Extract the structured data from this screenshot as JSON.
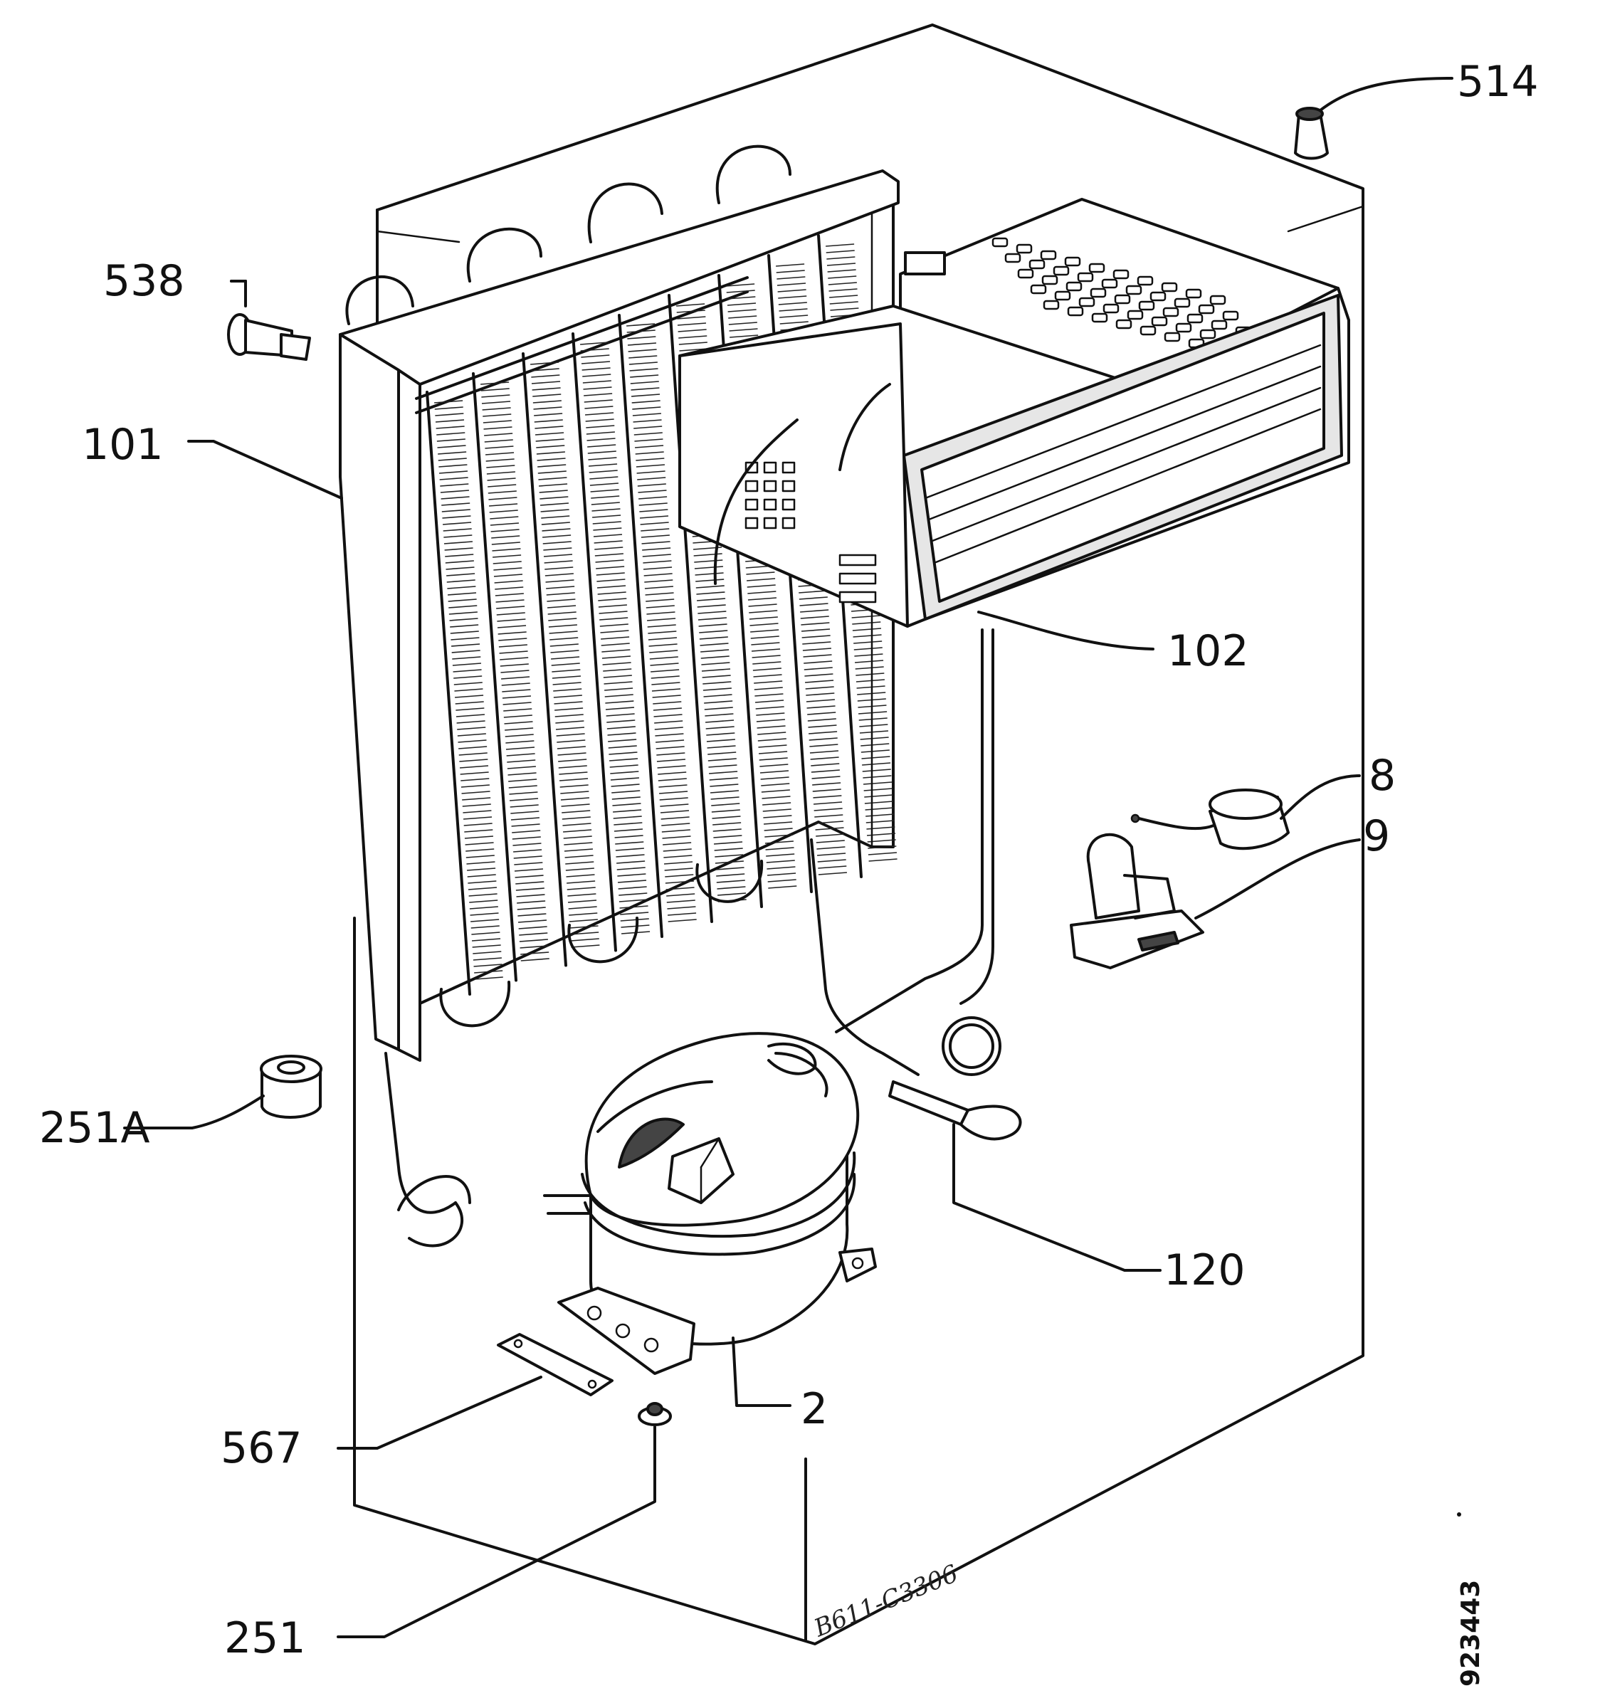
{
  "callouts": {
    "p514": "514",
    "p538": "538",
    "p101": "101",
    "p102": "102",
    "p8": "8",
    "p9": "9",
    "p251A": "251A",
    "p120": "120",
    "p2": "2",
    "p567": "567",
    "p251": "251"
  },
  "handwritten_note": "B611-C3306",
  "document_number": "923443"
}
